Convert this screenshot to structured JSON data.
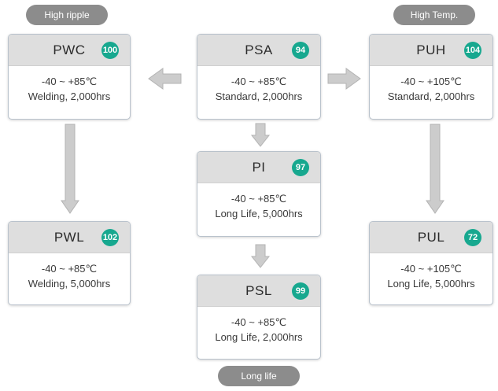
{
  "tags": {
    "high_ripple": "High ripple",
    "high_temp": "High Temp.",
    "long_life": "Long life"
  },
  "colors": {
    "badge": "#17a88f",
    "header": "#dedede",
    "pill": "#8c8c8c",
    "arrow": "#cccccc"
  },
  "cards": {
    "pwc": {
      "name": "PWC",
      "badge": "100",
      "temp": "-40 ~ +85℃",
      "spec": "Welding, 2,000hrs"
    },
    "psa": {
      "name": "PSA",
      "badge": "94",
      "temp": "-40 ~ +85℃",
      "spec": "Standard, 2,000hrs"
    },
    "puh": {
      "name": "PUH",
      "badge": "104",
      "temp": "-40 ~ +105℃",
      "spec": "Standard, 2,000hrs"
    },
    "pi": {
      "name": "PI",
      "badge": "97",
      "temp": "-40 ~ +85℃",
      "spec": "Long Life, 5,000hrs"
    },
    "pwl": {
      "name": "PWL",
      "badge": "102",
      "temp": "-40 ~ +85℃",
      "spec": "Welding,  5,000hrs"
    },
    "pul": {
      "name": "PUL",
      "badge": "72",
      "temp": "-40 ~ +105℃",
      "spec": "Long Life,  5,000hrs"
    },
    "psl": {
      "name": "PSL",
      "badge": "99",
      "temp": "-40 ~ +85℃",
      "spec": "Long Life,  2,000hrs"
    }
  }
}
